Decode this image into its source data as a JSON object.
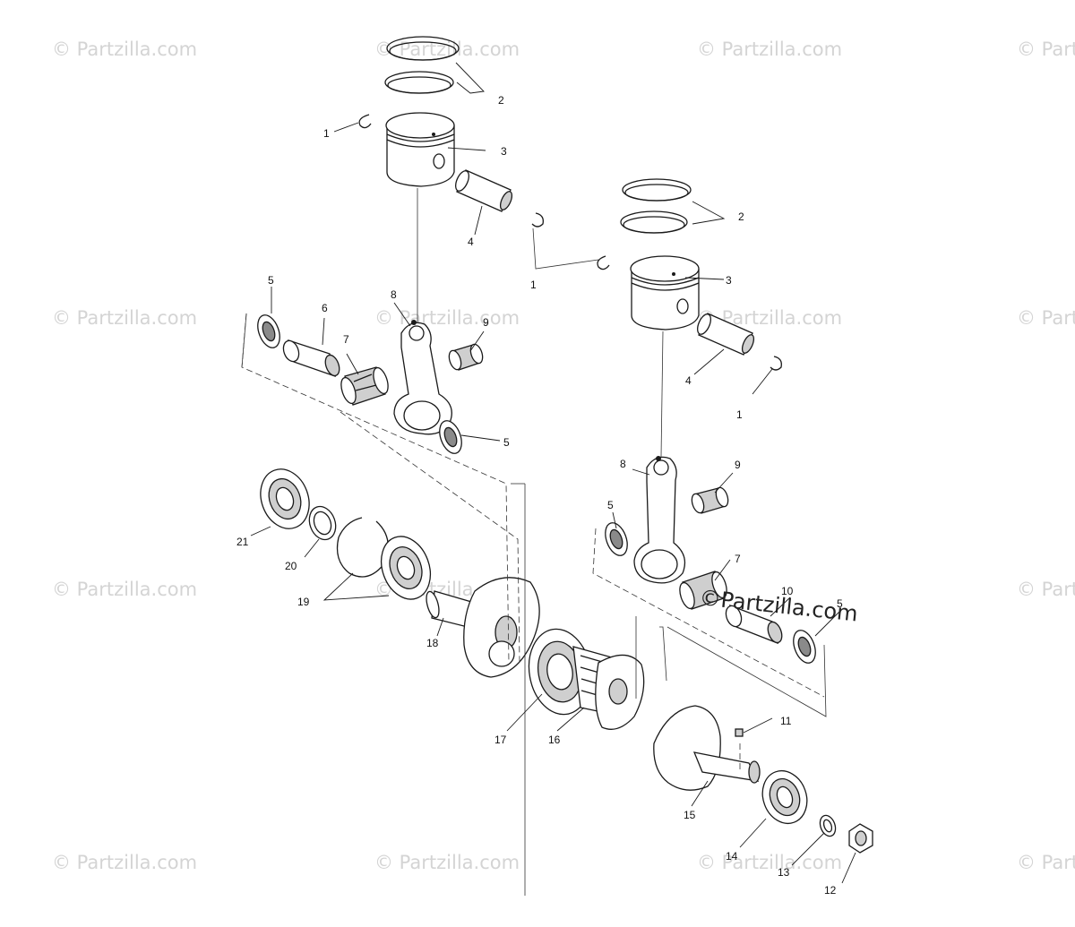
{
  "watermark_text": "© Partzilla.com",
  "overlay_watermark": "©Partzilla.com",
  "callouts": {
    "c1a": "1",
    "c2a": "2",
    "c3a": "3",
    "c4a": "4",
    "c1b": "1",
    "c5a": "5",
    "c6": "6",
    "c7a": "7",
    "c8a": "8",
    "c9a": "9",
    "c5b": "5",
    "c2b": "2",
    "c3b": "3",
    "c4b": "4",
    "c1c": "1",
    "c8b": "8",
    "c9b": "9",
    "c5c": "5",
    "c7b": "7",
    "c10": "10",
    "c5d": "5",
    "c21": "21",
    "c20": "20",
    "c19": "19",
    "c18": "18",
    "c17": "17",
    "c16": "16",
    "c11": "11",
    "c15": "15",
    "c14": "14",
    "c13": "13",
    "c12": "12"
  }
}
